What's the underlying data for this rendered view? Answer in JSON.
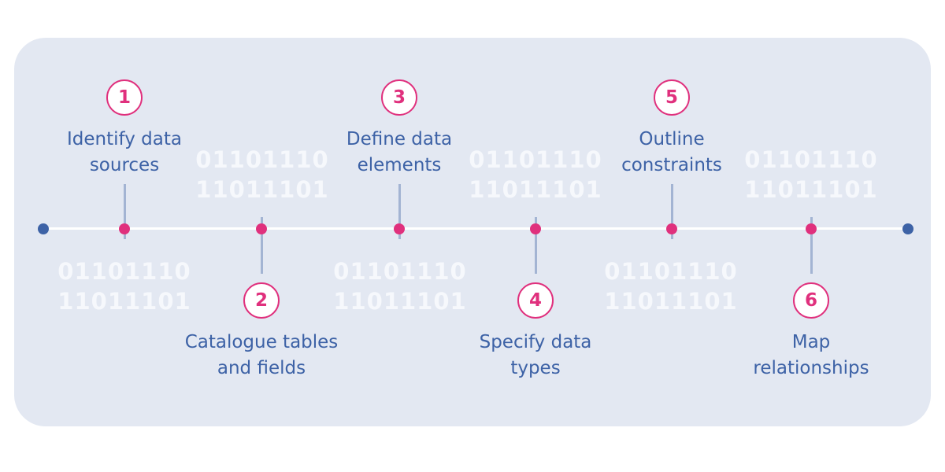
{
  "steps": [
    {
      "number": "1",
      "label_lines": [
        "Identify data",
        "sources"
      ]
    },
    {
      "number": "2",
      "label_lines": [
        "Catalogue tables",
        "and fields"
      ]
    },
    {
      "number": "3",
      "label_lines": [
        "Define data",
        "elements"
      ]
    },
    {
      "number": "4",
      "label_lines": [
        "Specify data",
        "types"
      ]
    },
    {
      "number": "5",
      "label_lines": [
        "Outline",
        "constraints"
      ]
    },
    {
      "number": "6",
      "label_lines": [
        "Map",
        "relationships"
      ]
    }
  ],
  "binary_lines": [
    "01101110",
    "11011101"
  ],
  "colors": {
    "panel": "#e3e8f2",
    "accent": "#e0307d",
    "text": "#3d62a6",
    "connector": "#a3b4d3",
    "binary": "#f6f8fc"
  }
}
